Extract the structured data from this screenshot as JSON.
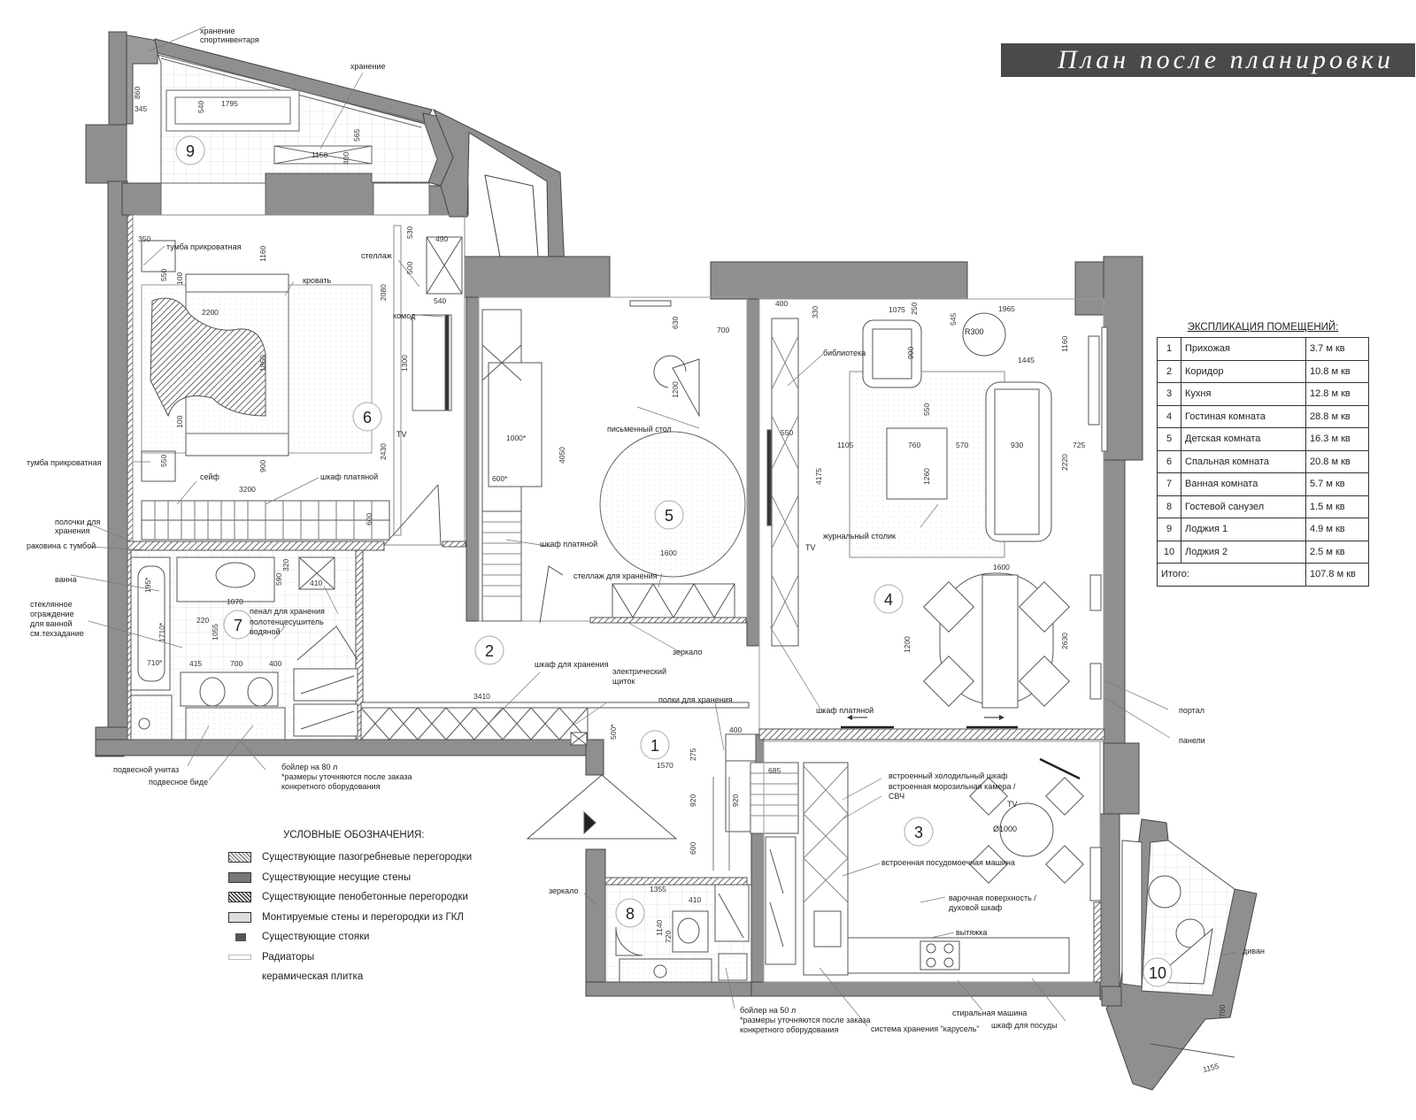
{
  "title": "План после планировки",
  "explication": {
    "heading": "ЭКСПЛИКАЦИЯ ПОМЕЩЕНИЙ:",
    "rooms": [
      {
        "num": "1",
        "name": "Прихожая",
        "area": "3.7 м кв"
      },
      {
        "num": "2",
        "name": "Коридор",
        "area": "10.8 м кв"
      },
      {
        "num": "3",
        "name": "Кухня",
        "area": "12.8 м кв"
      },
      {
        "num": "4",
        "name": "Гостиная комната",
        "area": "28.8 м кв"
      },
      {
        "num": "5",
        "name": "Детская комната",
        "area": "16.3 м кв"
      },
      {
        "num": "6",
        "name": "Спальная комната",
        "area": "20.8 м кв"
      },
      {
        "num": "7",
        "name": "Ванная комната",
        "area": "5.7 м кв"
      },
      {
        "num": "8",
        "name": "Гостевой санузел",
        "area": "1.5 м кв"
      },
      {
        "num": "9",
        "name": "Лоджия 1",
        "area": "4.9 м кв"
      },
      {
        "num": "10",
        "name": "Лоджия 2",
        "area": "2.5 м кв"
      }
    ],
    "total_label": "Итого:",
    "total_area": "107.8 м кв"
  },
  "legend": {
    "heading": "УСЛОВНЫЕ ОБОЗНАЧЕНИЯ:",
    "items": [
      {
        "label": "Существующие пазогребневые перегородки",
        "swatch": "hatch"
      },
      {
        "label": "Существующие несущие стены",
        "swatch": "solid"
      },
      {
        "label": "Существующие пенобетонные перегородки",
        "swatch": "dense"
      },
      {
        "label": "Монтируемые стены и перегородки из ГКЛ",
        "swatch": "gkl"
      },
      {
        "label": "Существующие стояки",
        "swatch": "riser"
      },
      {
        "label": "Радиаторы",
        "swatch": "rad"
      },
      {
        "label": "керамическая плитка",
        "swatch": "tile"
      }
    ]
  },
  "room_numbers": [
    "1",
    "2",
    "3",
    "4",
    "5",
    "6",
    "7",
    "8",
    "9",
    "10"
  ],
  "annotations": {
    "a1": "хранение спортинвентаря",
    "a2": "хранение",
    "a3": "тумба прикроватная",
    "a4": "кровать",
    "a5": "стеллаж",
    "a6": "комод",
    "a7": "тумба прикроватная",
    "a8": "сейф",
    "a9": "шкаф платяной",
    "a10": "полочки для хранения",
    "a11": "раковина с тумбой",
    "a12": "ванна",
    "a13": "стеклянное ограждение для ванной см.техзадание",
    "a14": "пенал для хранения",
    "a15": "полотенцесушитель водяной",
    "a16": "подвесной унитаз",
    "a17": "подвесное биде",
    "a18": "бойлер на 80 л *размеры уточняются после заказа конкретного оборудования",
    "a19": "письменный стол",
    "a20": "шкаф платяной",
    "a21": "стеллаж для хранения",
    "a22": "зеркало",
    "a23": "шкаф для хранения",
    "a24": "электрический щиток",
    "a25": "полки для хранения",
    "a26": "шкаф платяной",
    "a27": "библиотека",
    "a28": "журнальный столик",
    "a29": "портал",
    "a30": "панели",
    "a31": "встроенный холодильный шкаф",
    "a32": "встроенная морозильная камера / СВЧ",
    "a33": "встроенная посудомоечная машина",
    "a34": "варочная поверхность / духовой шкаф",
    "a35": "вытяжка",
    "a36": "стиральная машина",
    "a37": "шкаф для посуды",
    "a38": "система хранения \"карусель\"",
    "a39": "бойлер на 50 л *размеры уточняются после заказа конкретного оборудования",
    "a40": "зеркало",
    "a41": "диван",
    "tv1": "TV",
    "tv2": "TV",
    "tv3": "TV",
    "r300": "R300",
    "d1000": "Ø1000"
  },
  "dimensions": {
    "d1": "860",
    "d2": "345",
    "d3": "1795",
    "d4": "540",
    "d5": "1150",
    "d6": "400",
    "d7": "565",
    "d8": "350",
    "d9": "1160",
    "d10": "550",
    "d11": "100",
    "d12": "2200",
    "d13": "1850",
    "d14": "100",
    "d15": "550",
    "d16": "900",
    "d17": "3200",
    "d18": "530",
    "d19": "490",
    "d20": "500",
    "d21": "2080",
    "d22": "540",
    "d23": "1300",
    "d24": "2430",
    "d25": "600",
    "d26": "195*",
    "d27": "1710*",
    "d28": "710*",
    "d29": "1070",
    "d30": "220",
    "d31": "1055",
    "d32": "590",
    "d33": "320",
    "d34": "410",
    "d35": "415",
    "d36": "700",
    "d37": "400",
    "d38": "630",
    "d39": "700",
    "d40": "1200",
    "d41": "1000*",
    "d42": "600*",
    "d43": "4050",
    "d44": "1600",
    "d45": "3410",
    "d46": "500*",
    "d47": "400",
    "d48": "330",
    "d49": "1075",
    "d50": "250",
    "d51": "545",
    "d52": "1965",
    "d53": "990",
    "d54": "1445",
    "d55": "1160",
    "d56": "550",
    "d57": "550",
    "d58": "1105",
    "d59": "760",
    "d60": "570",
    "d61": "930",
    "d62": "725",
    "d63": "4175",
    "d64": "1260",
    "d65": "2220",
    "d66": "1600",
    "d67": "1200",
    "d68": "2630",
    "d69": "1570",
    "d70": "275",
    "d71": "400",
    "d72": "685",
    "d73": "920",
    "d74": "920",
    "d75": "600",
    "d76": "1355",
    "d77": "410",
    "d78": "1140",
    "d79": "720",
    "d80": "700",
    "d81": "1155"
  }
}
